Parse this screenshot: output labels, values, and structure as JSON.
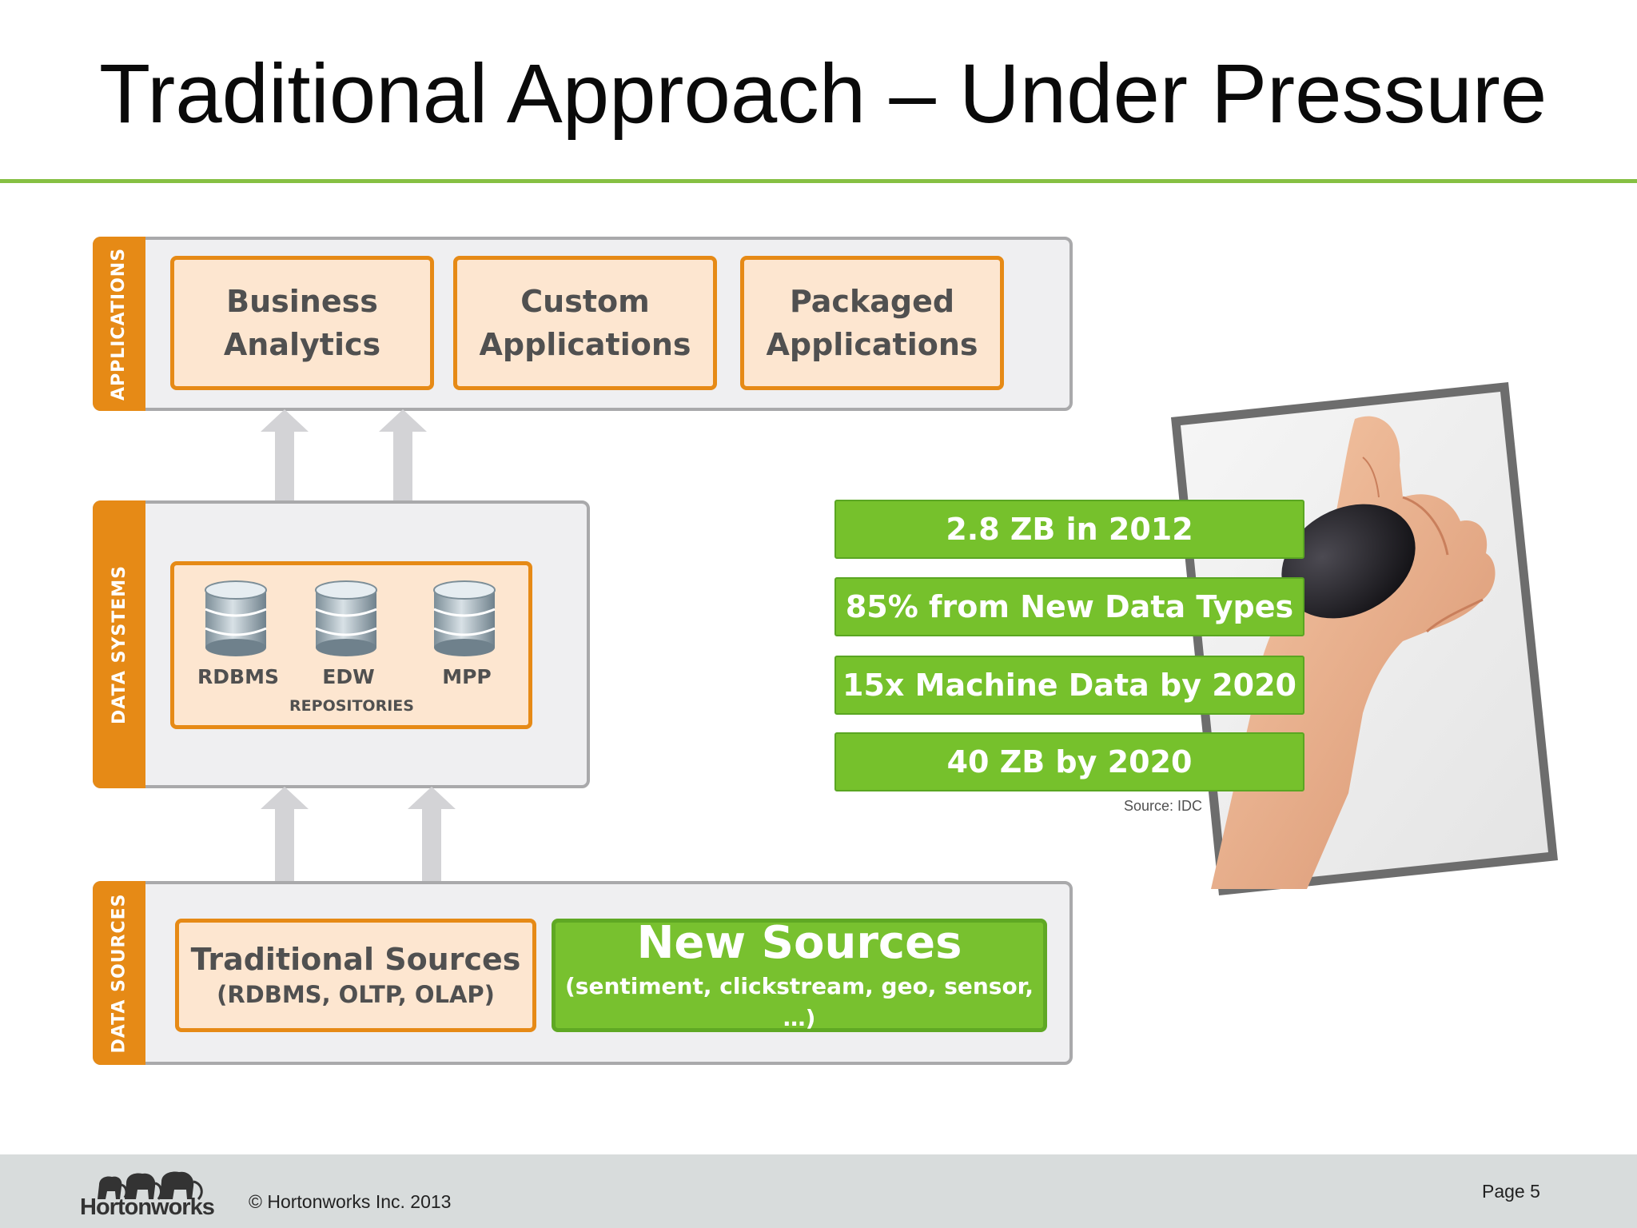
{
  "slide": {
    "title": "Traditional Approach – Under Pressure"
  },
  "diagram": {
    "applications": {
      "label": "APPLICATIONS",
      "boxes": [
        {
          "line1": "Business",
          "line2": "Analytics"
        },
        {
          "line1": "Custom",
          "line2": "Applications"
        },
        {
          "line1": "Packaged",
          "line2": "Applications"
        }
      ]
    },
    "data_systems": {
      "label": "DATA SYSTEMS",
      "repositories": [
        "RDBMS",
        "EDW",
        "MPP"
      ],
      "repositories_label": "REPOSITORIES"
    },
    "data_sources": {
      "label": "DATA SOURCES",
      "traditional": {
        "title": "Traditional Sources",
        "detail": "(RDBMS, OLTP, OLAP)"
      },
      "new": {
        "title": "New Sources",
        "detail": "(sentiment, clickstream, geo, sensor, …)"
      }
    }
  },
  "stats": {
    "items": [
      "2.8 ZB in 2012",
      "85% from New Data Types",
      "15x Machine Data by 2020",
      "40 ZB by 2020"
    ],
    "source": "Source: IDC"
  },
  "footer": {
    "logo_text": "Hortonworks",
    "copyright": "© Hortonworks Inc. 2013",
    "page": "Page 5"
  },
  "colors": {
    "accent_green": "#78c12f",
    "accent_orange": "#e68a16",
    "title_rule": "#86c043"
  }
}
